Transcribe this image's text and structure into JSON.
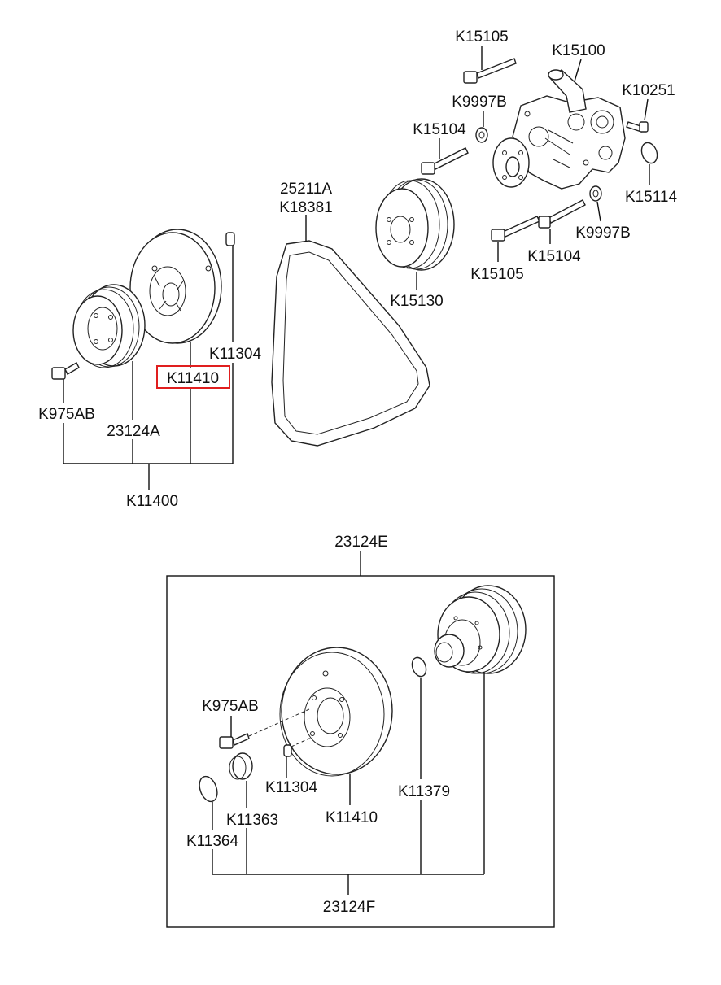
{
  "colors": {
    "highlight": "#e01e1e",
    "line": "#111111",
    "background": "#ffffff"
  },
  "highlighted_part": "K11410",
  "upper": {
    "labels": {
      "k15105_top": "K15105",
      "k15100": "K15100",
      "k10251": "K10251",
      "k9997b_top": "K9997B",
      "k15104_top": "K15104",
      "k15114": "K15114",
      "k9997b_bottom": "K9997B",
      "k15104_bottom": "K15104",
      "k15105_bottom": "K15105",
      "k15130": "K15130",
      "belt_1": "25211A",
      "belt_2": "K18381",
      "k11304": "K11304",
      "k11410": "K11410",
      "k975ab": "K975AB",
      "p23124a": "23124A",
      "k11400": "K11400"
    }
  },
  "lower": {
    "assembly": "23124E",
    "labels": {
      "k975ab": "K975AB",
      "k11304": "K11304",
      "k11379": "K11379",
      "k11363": "K11363",
      "k11410": "K11410",
      "k11364": "K11364",
      "p23124f": "23124F"
    }
  }
}
